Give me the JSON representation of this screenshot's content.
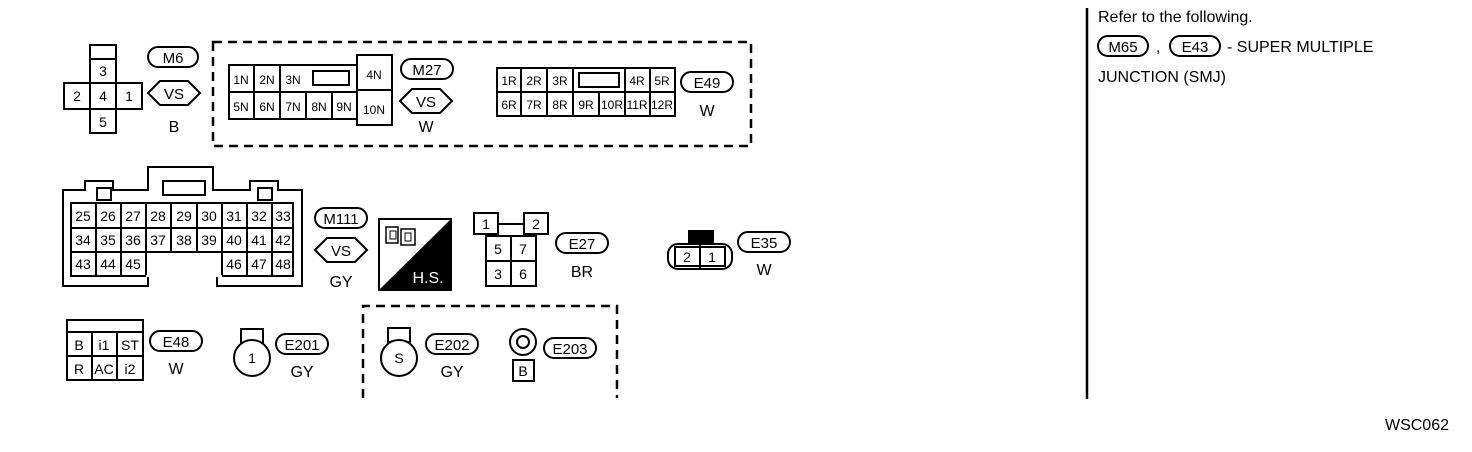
{
  "m6": {
    "id": "M6",
    "type": "VS",
    "color": "B",
    "pins": [
      "3",
      "2",
      "4",
      "1",
      "5"
    ]
  },
  "m27": {
    "id": "M27",
    "type": "VS",
    "color": "W",
    "pins": [
      "1N",
      "2N",
      "3N",
      "5N",
      "6N",
      "7N",
      "8N",
      "9N",
      "4N",
      "10N"
    ]
  },
  "e49": {
    "id": "E49",
    "color": "W",
    "pins": [
      "1R",
      "2R",
      "3R",
      "4R",
      "5R",
      "6R",
      "7R",
      "8R",
      "9R",
      "10R",
      "11R",
      "12R"
    ]
  },
  "m111": {
    "id": "M111",
    "type": "VS",
    "color": "GY",
    "pins": [
      "25",
      "26",
      "27",
      "28",
      "29",
      "30",
      "31",
      "32",
      "33",
      "34",
      "35",
      "36",
      "37",
      "38",
      "39",
      "40",
      "41",
      "42",
      "43",
      "44",
      "45",
      "46",
      "47",
      "48"
    ]
  },
  "hs": {
    "label": "H.S."
  },
  "e27": {
    "id": "E27",
    "color": "BR",
    "pins": [
      "1",
      "2",
      "5",
      "7",
      "3",
      "6"
    ]
  },
  "e35": {
    "id": "E35",
    "color": "W",
    "pins": [
      "2",
      "1"
    ]
  },
  "e48": {
    "id": "E48",
    "color": "W",
    "pins": [
      "B",
      "i1",
      "ST",
      "R",
      "AC",
      "i2"
    ]
  },
  "e201": {
    "id": "E201",
    "color": "GY",
    "pin": "1"
  },
  "e202": {
    "id": "E202",
    "color": "GY",
    "pin": "S"
  },
  "e203": {
    "id": "E203",
    "pin": "B"
  },
  "refer": {
    "line1": "Refer to the following.",
    "tag1": "M65",
    "sep": ",",
    "tag2": "E43",
    "line2_rest": "- SUPER MULTIPLE",
    "line3": "JUNCTION (SMJ)"
  },
  "figure_code": "WSC062"
}
